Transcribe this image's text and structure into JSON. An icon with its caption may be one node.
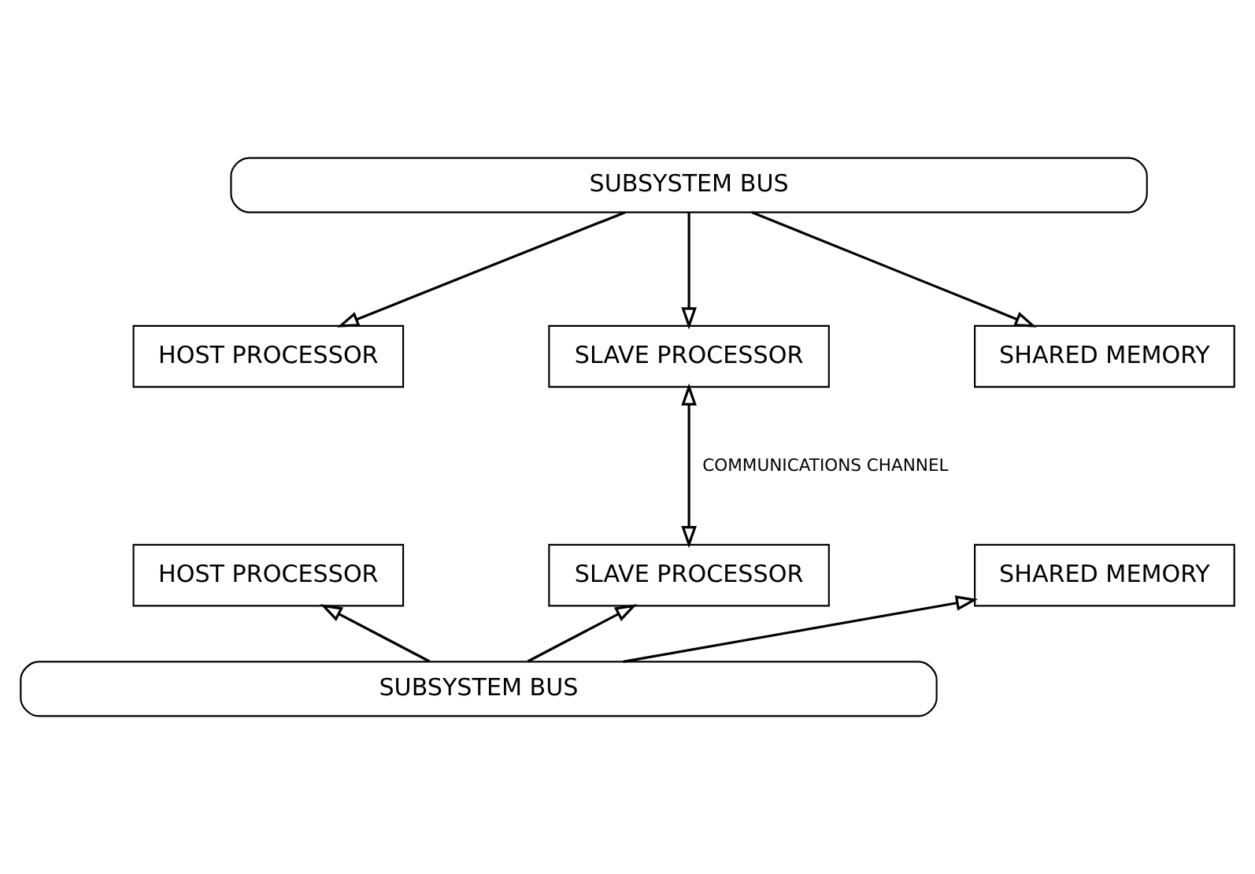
{
  "diagram": {
    "nodes": [
      {
        "text": [
          "SUBSYSTEM BUS"
        ]
      },
      {
        "text": [
          "HOST PROCESSOR"
        ]
      },
      {
        "text": [
          "SLAVE PROCESSOR"
        ]
      },
      {
        "text": [
          "SHARED MEMORY"
        ]
      },
      {
        "text": [
          "HOST PROCESSOR"
        ]
      },
      {
        "text": [
          "SLAVE PROCESSOR"
        ]
      },
      {
        "text": [
          "SHARED MEMORY"
        ]
      },
      {
        "text": [
          "SUBSYSTEM BUS"
        ]
      }
    ],
    "edges": [
      {
        "from": 0,
        "to": 1,
        "arrow": "to"
      },
      {
        "from": 0,
        "to": 2,
        "arrow": "to"
      },
      {
        "from": 0,
        "to": 3,
        "arrow": "to"
      },
      {
        "from": 2,
        "to": 5,
        "arrow": "both",
        "label": "COMMUNICATIONS CHANNEL"
      },
      {
        "from": 7,
        "to": 4,
        "arrow": "to"
      },
      {
        "from": 7,
        "to": 5,
        "arrow": "to"
      },
      {
        "from": 7,
        "to": 6,
        "arrow": "to"
      }
    ]
  }
}
